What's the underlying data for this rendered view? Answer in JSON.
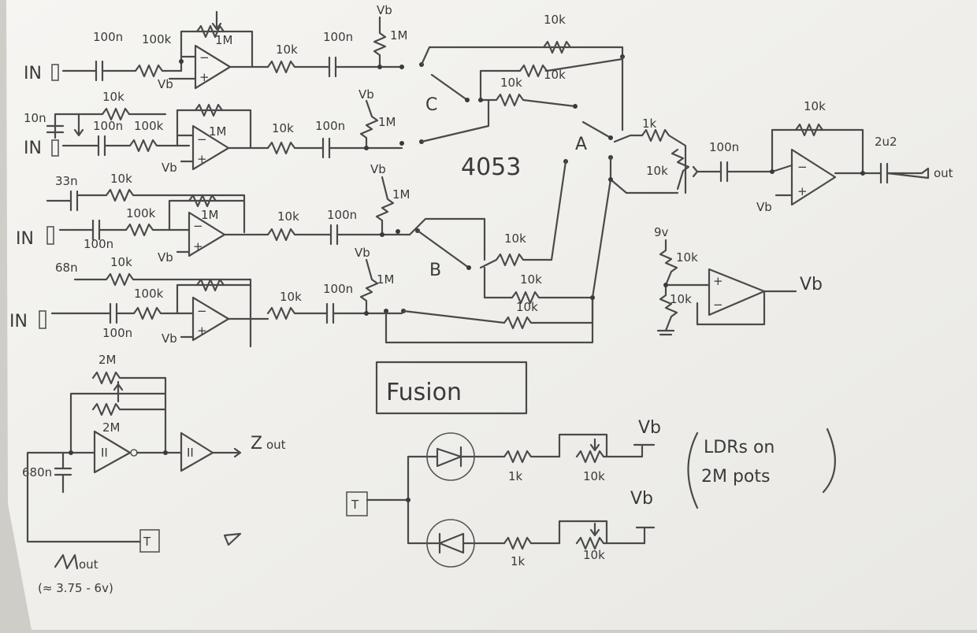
{
  "labels": {
    "in": "IN",
    "vb": "Vb",
    "r100n": "100n",
    "r100k": "100k",
    "r1m": "1M",
    "r10k": "10k",
    "r1k": "1k",
    "r2m": "2M",
    "c10n": "10n",
    "c33n": "33n",
    "c68n": "68n",
    "c680n": "680n",
    "c2u2": "2u2",
    "mux": "4053",
    "sel_a": "A",
    "sel_b": "B",
    "sel_c": "C",
    "out": "out",
    "nine_v": "9v",
    "fusion": "Fusion",
    "tri_out": "out",
    "sq_out": "out",
    "range": "(≈ 3.75 - 6v)",
    "t": "T",
    "note_line1": "LDRs on",
    "note_line2": "2M pots"
  }
}
